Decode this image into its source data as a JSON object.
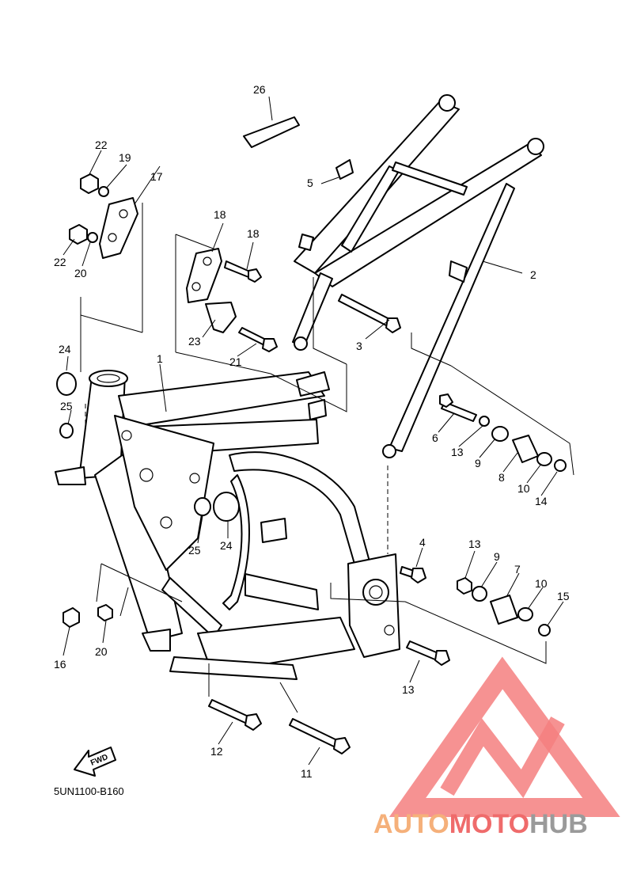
{
  "diagram_code": "5UN1100-B160",
  "fwd_label": "FWD",
  "watermark": {
    "part1": "AUTO",
    "part2": "MOTO",
    "part3": "HUB",
    "color_orange": "#f5b07a",
    "color_red": "#ef6b6b",
    "color_gray": "#9a9a9a",
    "logo_color": "#f47f7f"
  },
  "callouts": [
    {
      "id": "c1",
      "text": "1"
    },
    {
      "id": "c2",
      "text": "2"
    },
    {
      "id": "c3",
      "text": "3"
    },
    {
      "id": "c4",
      "text": "4"
    },
    {
      "id": "c5",
      "text": "5"
    },
    {
      "id": "c6",
      "text": "6"
    },
    {
      "id": "c7",
      "text": "7"
    },
    {
      "id": "c8",
      "text": "8"
    },
    {
      "id": "c9a",
      "text": "9"
    },
    {
      "id": "c9b",
      "text": "9"
    },
    {
      "id": "c10a",
      "text": "10"
    },
    {
      "id": "c10b",
      "text": "10"
    },
    {
      "id": "c11",
      "text": "11"
    },
    {
      "id": "c12",
      "text": "12"
    },
    {
      "id": "c13a",
      "text": "13"
    },
    {
      "id": "c13b",
      "text": "13"
    },
    {
      "id": "c13c",
      "text": "13"
    },
    {
      "id": "c14",
      "text": "14"
    },
    {
      "id": "c15",
      "text": "15"
    },
    {
      "id": "c16",
      "text": "16"
    },
    {
      "id": "c17",
      "text": "17"
    },
    {
      "id": "c18a",
      "text": "18"
    },
    {
      "id": "c18b",
      "text": "18"
    },
    {
      "id": "c19",
      "text": "19"
    },
    {
      "id": "c20a",
      "text": "20"
    },
    {
      "id": "c20b",
      "text": "20"
    },
    {
      "id": "c21",
      "text": "21"
    },
    {
      "id": "c22a",
      "text": "22"
    },
    {
      "id": "c22b",
      "text": "22"
    },
    {
      "id": "c23",
      "text": "23"
    },
    {
      "id": "c24a",
      "text": "24"
    },
    {
      "id": "c24b",
      "text": "24"
    },
    {
      "id": "c25a",
      "text": "25"
    },
    {
      "id": "c25b",
      "text": "25"
    },
    {
      "id": "c26",
      "text": "26"
    }
  ]
}
